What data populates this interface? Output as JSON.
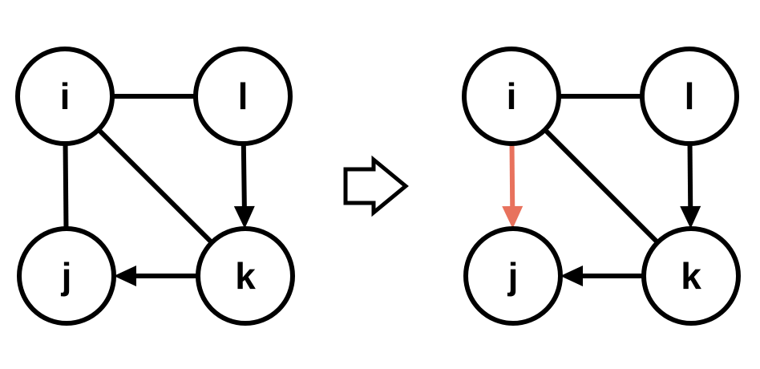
{
  "colors": {
    "stroke": "#000000",
    "fill": "#ffffff",
    "highlight": "#e8725d"
  },
  "graphs": [
    {
      "id": "before",
      "nodes": [
        "i",
        "l",
        "j",
        "k"
      ],
      "edges": [
        {
          "from": "i",
          "to": "l",
          "directed": false
        },
        {
          "from": "i",
          "to": "j",
          "directed": false
        },
        {
          "from": "i",
          "to": "k",
          "directed": false
        },
        {
          "from": "l",
          "to": "k",
          "directed": true
        },
        {
          "from": "k",
          "to": "j",
          "directed": true
        }
      ]
    },
    {
      "id": "after",
      "nodes": [
        "i",
        "l",
        "j",
        "k"
      ],
      "edges": [
        {
          "from": "i",
          "to": "l",
          "directed": false
        },
        {
          "from": "i",
          "to": "j",
          "directed": true,
          "highlight": true
        },
        {
          "from": "i",
          "to": "k",
          "directed": false
        },
        {
          "from": "l",
          "to": "k",
          "directed": true
        },
        {
          "from": "k",
          "to": "j",
          "directed": true
        }
      ]
    }
  ],
  "transition_icon": "hollow-right-arrow-icon"
}
